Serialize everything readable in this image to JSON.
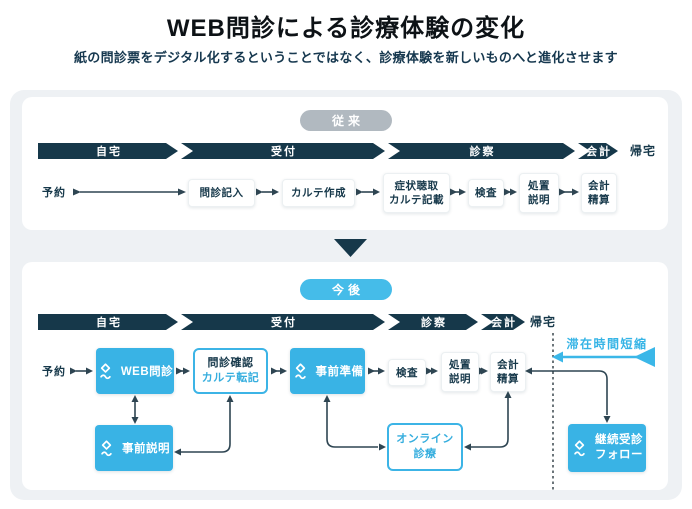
{
  "title": "WEB問診による診療体験の変化",
  "subtitle": "紙の問診票をデジタル化するということではなく、診療体験を新しいものへと進化させます",
  "colors": {
    "navy": "#16384a",
    "brand_blue": "#39b3e5",
    "badge_gray": "#b1b9c0",
    "badge_blue": "#45bce9",
    "accent_text_blue": "#36aede",
    "panel_gray": "#eef1f4",
    "connector": "#2e4552"
  },
  "icons": {
    "logo": "diamond-wave-icon",
    "transition": "down-triangle-icon"
  },
  "conventional": {
    "badge": "従来",
    "stages": [
      "自宅",
      "受付",
      "診察",
      "会計"
    ],
    "home_label": "帰宅",
    "steps": {
      "reserve": "予約",
      "fill_form": "問診記入",
      "chart_create": "カルテ作成",
      "symptom_l1": "症状聴取",
      "symptom_l2": "カルテ記載",
      "exam": "検査",
      "treat_l1": "処置",
      "treat_l2": "説明",
      "pay_l1": "会計",
      "pay_l2": "精算"
    }
  },
  "future": {
    "badge": "今後",
    "stages": [
      "自宅",
      "受付",
      "診察",
      "会計"
    ],
    "home_label": "帰宅",
    "stay_time_label": "滞在時間短縮",
    "steps": {
      "reserve": "予約",
      "web_interview": "WEB問診",
      "confirm_l1": "問診確認",
      "confirm_l2": "カルテ転記",
      "preparation": "事前準備",
      "exam": "検査",
      "treat_l1": "処置",
      "treat_l2": "説明",
      "pay_l1": "会計",
      "pay_l2": "精算",
      "pre_explanation": "事前説明",
      "online_l1": "オンライン",
      "online_l2": "診療",
      "followup_l1": "継続受診",
      "followup_l2": "フォロー"
    }
  }
}
